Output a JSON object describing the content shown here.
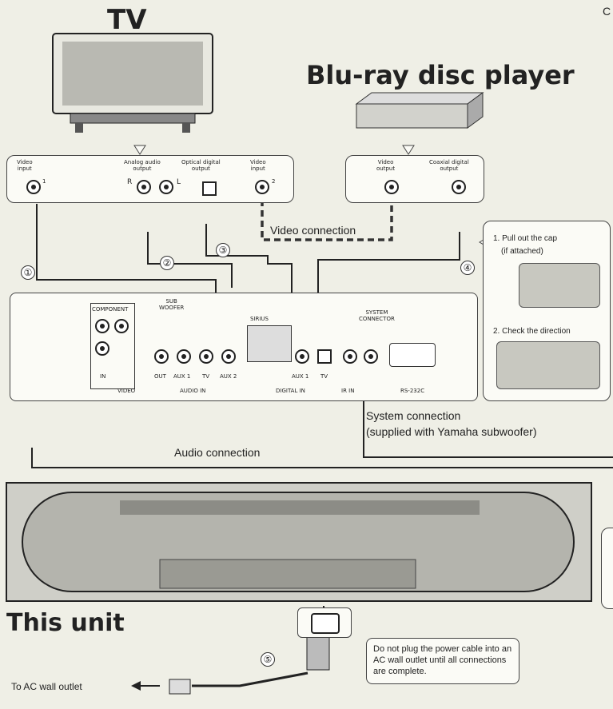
{
  "tv": {
    "title": "TV",
    "video_input": "Video\ninput",
    "analog_audio_output": "Analog audio\noutput",
    "optical_digital_output": "Optical digital\noutput",
    "video_input2": "Video\ninput",
    "ch_r": "R",
    "ch_l": "L",
    "num1": "1",
    "num2": "2"
  },
  "player": {
    "title": "Blu-ray disc player",
    "video_output": "Video\noutput",
    "coaxial_digital_output": "Coaxial digital\noutput"
  },
  "connections": {
    "video": "Video connection",
    "audio": "Audio connection",
    "system": "System connection",
    "system_note": "(supplied with Yamaha subwoofer)",
    "markers": [
      "①",
      "②",
      "③",
      "④",
      "⑤"
    ]
  },
  "callout": {
    "step1": "1. Pull out the cap",
    "step1_note": "(if attached)",
    "step2": "2. Check the direction"
  },
  "rear_panel": {
    "component": "COMPONENT",
    "subwoofer": "SUB\nWOOFER",
    "video": "VIDEO",
    "audio_in": "AUDIO IN",
    "digital_in": "DIGITAL IN",
    "ir_in": "IR IN",
    "rs232c": "RS-232C",
    "system_connector": "SYSTEM\nCONNECTOR",
    "sirius": "SIRIUS",
    "in": "IN",
    "out": "OUT",
    "aux1": "AUX 1",
    "tv": "TV",
    "aux2": "AUX 2",
    "aux1b": "AUX 1",
    "tvb": "TV"
  },
  "unit": {
    "title": "This unit"
  },
  "power": {
    "warning": "Do not plug the power cable into an AC wall outlet until all connections are complete.",
    "to_outlet": "To AC wall outlet"
  },
  "corner_letter": "C"
}
